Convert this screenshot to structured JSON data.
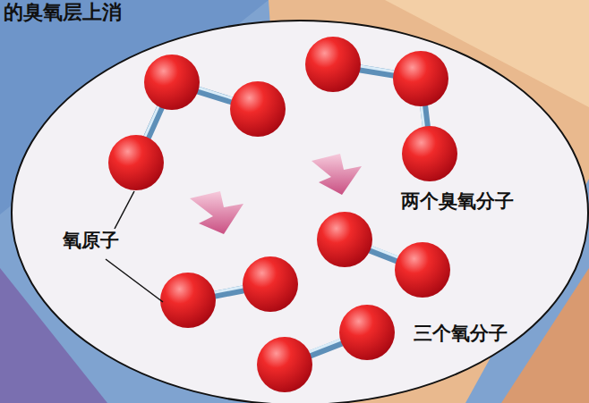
{
  "diagram": {
    "labels": [
      "的臭氧层上消",
      "氧原子",
      "两个臭氧分子",
      "三个氧分子"
    ]
  }
}
